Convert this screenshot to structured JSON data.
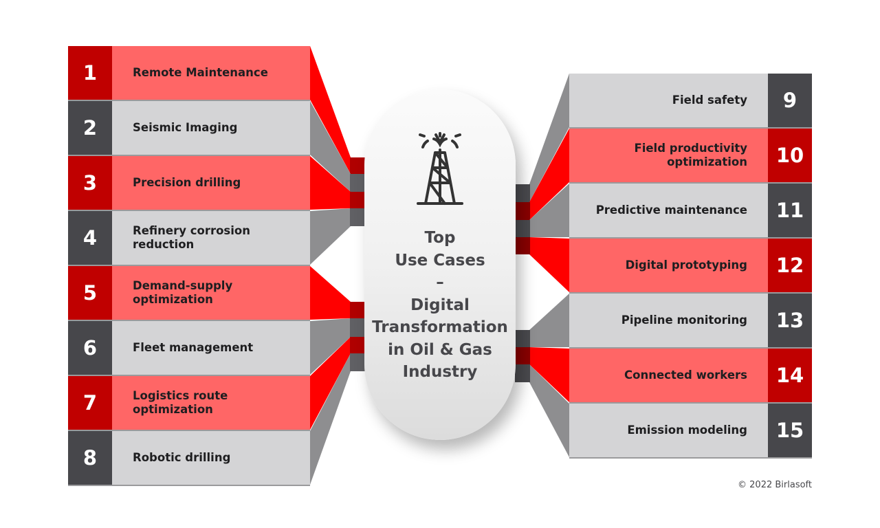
{
  "left_items": [
    {
      "number": "1",
      "label": "Remote Maintenance",
      "color": "red"
    },
    {
      "number": "2",
      "label": "Seismic Imaging",
      "color": "gray"
    },
    {
      "number": "3",
      "label": "Precision drilling",
      "color": "red"
    },
    {
      "number": "4",
      "label": "Refinery corrosion reduction",
      "color": "gray"
    },
    {
      "number": "5",
      "label": "Demand-supply optimization",
      "color": "red"
    },
    {
      "number": "6",
      "label": "Fleet management",
      "color": "gray"
    },
    {
      "number": "7",
      "label": "Logistics route optimization",
      "color": "red"
    },
    {
      "number": "8",
      "label": "Robotic drilling",
      "color": "gray"
    }
  ],
  "right_items": [
    {
      "number": "9",
      "label": "Field safety",
      "color": "gray"
    },
    {
      "number": "10",
      "label": "Field productivity optimization",
      "color": "red"
    },
    {
      "number": "11",
      "label": "Predictive maintenance",
      "color": "gray"
    },
    {
      "number": "12",
      "label": "Digital prototyping",
      "color": "red"
    },
    {
      "number": "13",
      "label": "Pipeline monitoring",
      "color": "gray"
    },
    {
      "number": "14",
      "label": "Connected workers",
      "color": "red"
    },
    {
      "number": "15",
      "label": "Emission modeling",
      "color": "gray"
    }
  ],
  "center": {
    "icon": "oil-rig-icon",
    "title": "Top Use Cases – Digital Transformation in Oil & Gas Industry"
  },
  "copyright": "© 2022 Birlasoft",
  "colors": {
    "red_dark": "#c00000",
    "red_light": "#ff6666",
    "red_connector": "#ff0000",
    "gray_dark": "#47474b",
    "gray_light": "#d4d4d6",
    "gray_connector": "#8e8e90"
  }
}
